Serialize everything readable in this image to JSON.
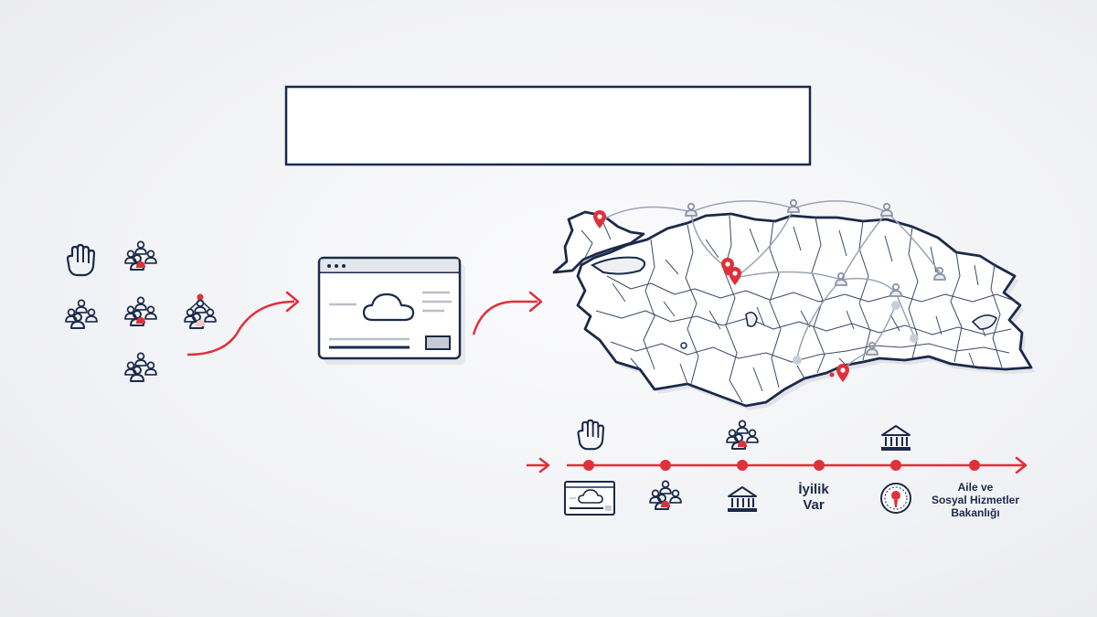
{
  "colors": {
    "navy": "#1b2a4a",
    "red": "#e0303a",
    "muted_route": "#9aa4b3",
    "map_fill": "#ffffff",
    "background": "#eef0f3"
  },
  "timeline": {
    "label_iyilik": [
      "İyilik",
      "Var"
    ],
    "label_ministry": [
      "Aile ve",
      "Sosyal Hizmetler",
      "Bakanlığı"
    ]
  },
  "icons": {
    "left_cluster": [
      "raised-hand-icon",
      "group-icon",
      "group-icon",
      "group-icon",
      "network-group-icon",
      "group-icon"
    ],
    "platform": "cloud-window-icon",
    "timeline_top": [
      "raised-hand-icon",
      "group-icon",
      "building-icon"
    ],
    "timeline_bottom": [
      "cloud-window-icon",
      "group-icon",
      "building-icon",
      "ministry-emblem-icon"
    ],
    "map_pins": [
      "location-pin-icon",
      "person-icon"
    ]
  }
}
